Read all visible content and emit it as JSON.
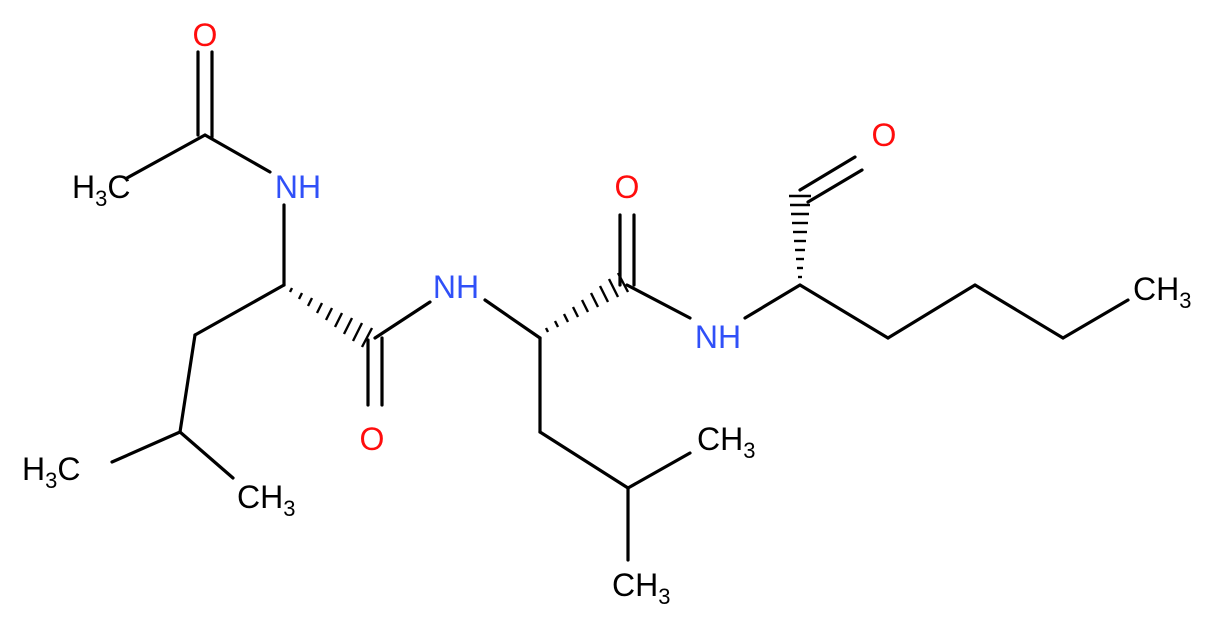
{
  "colors": {
    "bond": "#000000",
    "nitrogen": "#3050F8",
    "oxygen": "#FF0D0D",
    "carbon": "#000000"
  },
  "atoms": {
    "o_acetyl": "O",
    "ch3_acetyl": {
      "main": "H",
      "sub": "3",
      "tail": "C"
    },
    "nh_1": "NH",
    "ch3_iso1_a": {
      "main": "H",
      "sub": "3",
      "tail": "C"
    },
    "ch3_iso1_b": {
      "main": "CH",
      "sub": "3"
    },
    "o_amide1": "O",
    "nh_2": "NH",
    "o_amide2": "O",
    "ch3_iso2_a": {
      "main": "CH",
      "sub": "3"
    },
    "ch3_iso2_b": {
      "main": "CH",
      "sub": "3"
    },
    "nh_3": "NH",
    "o_aldehyde": "O",
    "ch3_butyl": {
      "main": "CH",
      "sub": "3"
    }
  }
}
